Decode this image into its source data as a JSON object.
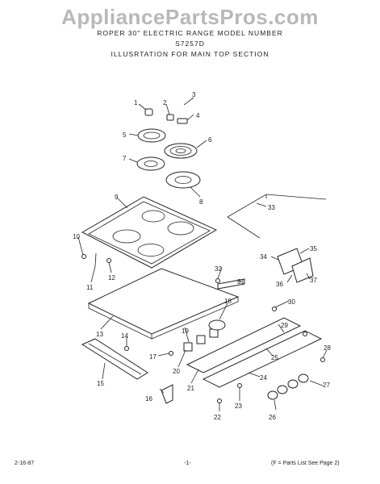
{
  "watermark": "AppliancePartsPros.com",
  "header": {
    "line1": "ROPER 30\" ELECTRIC RANGE  MODEL NUMBER",
    "line2": "S7257D",
    "line3": "ILLUSRTATION FOR MAIN TOP SECTION"
  },
  "footer": {
    "date": "2-16-87",
    "page": "-1-",
    "note": "(F = Parts List See Page 2)"
  },
  "callouts": [
    "1",
    "2",
    "3",
    "4",
    "5",
    "6",
    "7",
    "8",
    "9",
    "10",
    "11",
    "12",
    "13",
    "14",
    "15",
    "16",
    "17",
    "18",
    "19",
    "20",
    "21",
    "22",
    "23",
    "24",
    "25",
    "26",
    "27",
    "28",
    "29",
    "30",
    "31",
    "32",
    "33",
    "34",
    "35",
    "36",
    "37"
  ]
}
